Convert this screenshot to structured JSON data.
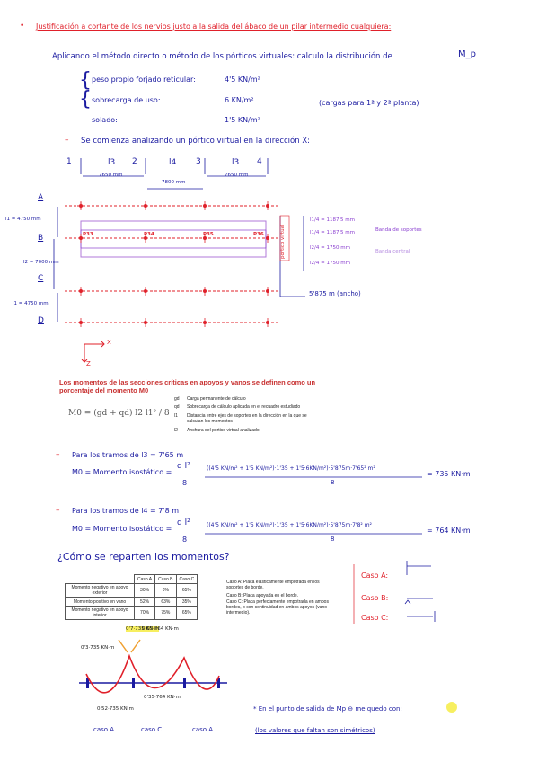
{
  "heading": "Justificación a cortante de los nervios justo a la salida del ábaco de un pilar intermedio cualquiera:",
  "intro": "Aplicando el método directo o método de los pórticos virtuales: calculo la distribución de",
  "intro_symbol": "M_p",
  "loads": [
    {
      "label": "peso propio forjado reticular:",
      "value": "4'5 KN/m²"
    },
    {
      "label": "sobrecarga de uso:",
      "value": "6 KN/m²"
    },
    {
      "label": "solado:",
      "value": "1'5 KN/m²"
    }
  ],
  "loads_note": "(cargas para 1ª y 2ª planta)",
  "analysis_line": "Se comienza analizando un pórtico virtual en la dirección X:",
  "frame": {
    "axis_numbers": [
      "1",
      "2",
      "3",
      "4"
    ],
    "spans": [
      {
        "label": "l3",
        "dim": "7650 mm"
      },
      {
        "label": "l4",
        "dim": "7800 mm"
      },
      {
        "label": "l3",
        "dim": "7650 mm"
      }
    ],
    "row_labels": [
      "A",
      "B",
      "C",
      "D"
    ],
    "left_dims": [
      "l1 = 4750 mm",
      "l2 = 7000 mm",
      "l1 = 4750 mm"
    ],
    "pillars": [
      "P33",
      "P34",
      "P35",
      "P36"
    ],
    "band_label": "pórtico virtual",
    "right_dims": [
      "l1/4 = 1187'5 mm",
      "l1/4 = 1187'5 mm",
      "l2/4 = 1750 mm",
      "l2/4 = 1750 mm"
    ],
    "band_legend": [
      "Banda de soportes",
      "Banda central"
    ],
    "width_note": "5'875 m (ancho)",
    "axis_x": "X",
    "axis_z": "Z"
  },
  "moments_title": "Los momentos de las secciones críticas en apoyos y vanos se definen como un porcentaje del momento M0",
  "formula": "M0 = (gd + qd) l2 l1² / 8",
  "legend": [
    {
      "sym": "gd",
      "text": "Carga permanente de cálculo"
    },
    {
      "sym": "qd",
      "text": "Sobrecarga de cálculo aplicada en el recuadro estudiado"
    },
    {
      "sym": "l1",
      "text": "Distancia entre ejes de soportes en la dirección en la que se calculan los momentos"
    },
    {
      "sym": "l2",
      "text": "Anchura del pórtico virtual analizado."
    }
  ],
  "tramo1": {
    "title": "Para los tramos de l3 = 7'65 m",
    "lhs": "M0 = Momento isostático =",
    "numer": "((4'5 KN/m² + 1'5 KN/m²)·1'35 + 1'5·6KN/m²)·5'875m·7'65² m²",
    "denom": "8",
    "result": "= 735 KN·m"
  },
  "tramo2": {
    "title": "Para los tramos de l4 = 7'8 m",
    "lhs": "M0 = Momento isostático =",
    "numer": "((4'5 KN/m² + 1'5 KN/m²)·1'35 + 1'5·6KN/m²)·5'875m·7'8² m²",
    "denom": "8",
    "result": "= 764 KN·m"
  },
  "question": "¿Cómo se reparten los momentos?",
  "table": {
    "headers": [
      "",
      "Caso A",
      "Caso B",
      "Caso C"
    ],
    "rows": [
      [
        "Momento negativo en apoyo exterior",
        "30%",
        "0%",
        "65%"
      ],
      [
        "Momento positivo en vano",
        "52%",
        "63%",
        "35%"
      ],
      [
        "Momento negativo en apoyo interior",
        "70%",
        "75%",
        "65%"
      ]
    ]
  },
  "cases_text": [
    "Caso A:    Placa elásticamente empotrada en los soportes de borde.",
    "Caso B:    Placa apoyada en el borde.",
    "Caso C:    Placa perfectamente empotrada en ambos bordes, o con continuidad en ambos apoyos (vano intermedio)."
  ],
  "case_labels": [
    "Caso A:",
    "Caso B:",
    "Caso C:"
  ],
  "diagram": {
    "top_left": "0'7·735 KN·m",
    "top_mid": "0'65·764 KN·m",
    "top_left2": "0'3·735 KN·m",
    "bottom_mid": "0'35·764 KN·m",
    "bottom_left": "0'52·735 KN·m",
    "case_names": [
      "caso A",
      "caso C",
      "caso A"
    ]
  },
  "note1": "* En el punto de salida de Mp ⊖ me quedo con:",
  "note2": "(los valores que faltan son simétricos)"
}
